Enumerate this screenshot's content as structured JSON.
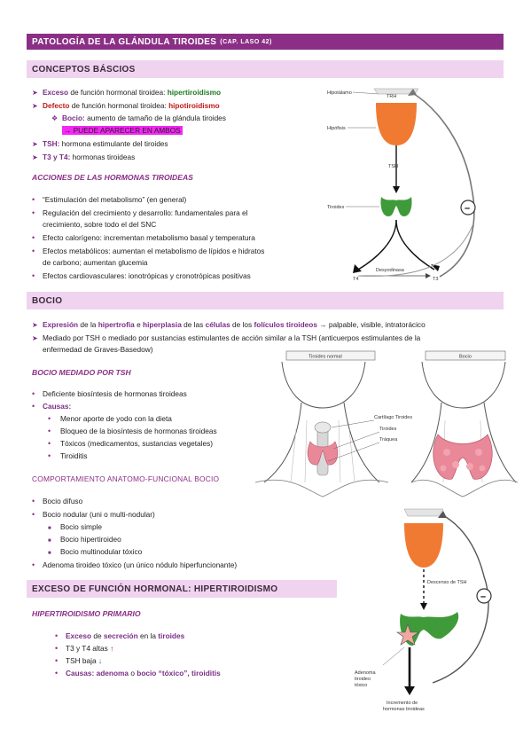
{
  "header": {
    "title": "PATOLOGÍA DE LA GLÁNDULA TIROIDES",
    "subtitle": "(CAP. LASO 42)"
  },
  "conceptos": {
    "heading": "CONCEPTOS BÁSCIOS",
    "l1_a": "Exceso",
    "l1_b": " de función hormonal tiroidea: ",
    "l1_c": "hipertiroidismo",
    "l2_a": "Defecto",
    "l2_b": " de función hormonal tiroidea: ",
    "l2_c": "hipotiroidismo",
    "l3_a": "Bocio:",
    "l3_b": " aumento de tamaño de la glándula tiroides",
    "l4": "→ PUEDE APARECER EN AMBOS",
    "l5_a": "TSH:",
    "l5_b": " hormona estimulante del tiroides",
    "l6_a": "T3 y T4:",
    "l6_b": " hormonas tiroideas"
  },
  "acciones": {
    "heading": "ACCIONES DE LAS HORMONAS TIROIDEAS",
    "items": [
      "“Estimulación del metabolismo” (en general)",
      "Regulación del crecimiento y desarrollo: fundamentales para el",
      "crecimiento, sobre todo el del SNC",
      "Efecto calorígeno: incrementan metabolismo basal y temperatura",
      "Efectos metabólicos: aumentan el metabolismo de lípidos e hidratos",
      "de carbono; aumentan glucemia",
      "Efectos cardiovasculares: ionotrópicas y cronotrópicas positivas"
    ]
  },
  "diagram1": {
    "hipotalamo": "Hipotálamo",
    "trh": "TRH",
    "hipofisis": "Hipófisis",
    "tsh": "TSH",
    "tiroides": "Tiroides",
    "desyodinasa": "Desyodinasa",
    "t4": "T4",
    "t3": "T3",
    "minus": "–"
  },
  "bocio": {
    "heading": "BOCIO",
    "b1_a": "Expresión",
    "b1_b": " de la ",
    "b1_c": "hipertrofia",
    "b1_d": " e ",
    "b1_e": "hiperplasia",
    "b1_f": " de las ",
    "b1_g": "células",
    "b1_h": " de los ",
    "b1_i": "folículos tiroideos",
    "b1_j": " → palpable, visible, intratorácico",
    "b2": "Mediado por TSH o mediado por sustancias estimulantes de acción similar a la TSH (anticuerpos estimulantes de la",
    "b3": "enfermedad de Graves-Basedow)"
  },
  "bocio_tsh": {
    "heading": "BOCIO MEDIADO POR TSH",
    "item1": "Deficiente biosíntesis de hormonas tiroideas",
    "causas": "Causas:",
    "sub": [
      "Menor aporte de yodo con la dieta",
      "Bloqueo de la biosíntesis de hormonas tiroideas",
      "Tóxicos (medicamentos, sustancias vegetales)",
      "Tiroiditis"
    ]
  },
  "comport": {
    "heading": "COMPORTAMIENTO ANATOMO-FUNCIONAL BOCIO",
    "i1": "Bocio difuso",
    "i2": "Bocio nodular (uni o multi-nodular)",
    "sub": [
      "Bocio simple",
      "Bocio hipertiroideo",
      "Bocio multinodular tóxico"
    ],
    "i3": "Adenoma tiroideo tóxico (un único nódulo hiperfuncionante)"
  },
  "neck": {
    "normal": "Tiroides normal",
    "bocio": "Bocio",
    "cartilago": "Cartílago Tiroides",
    "tiroides": "Tiroides",
    "traquea": "Tráquea"
  },
  "exceso": {
    "heading": "EXCESO DE FUNCIÓN HORMONAL: HIPERTIROIDISMO",
    "sub": "HIPERTIROIDISMO PRIMARIO",
    "e1_a": "Exceso",
    "e1_b": " de ",
    "e1_c": "secreción",
    "e1_d": " en la ",
    "e1_e": "tiroides",
    "e2": "T3 y T4 altas ",
    "e2_arrow": "↑",
    "e3": "TSH baja ",
    "e3_arrow": "↓",
    "e4_a": "Causas:",
    "e4_b": " adenoma",
    "e4_c": " o ",
    "e4_d": "bocio “tóxico”",
    "e4_e": ", tiroiditis"
  },
  "diagram2": {
    "descenso": "Descenso de TSH",
    "adenoma1": "Adenoma",
    "adenoma2": "tiroideo",
    "adenoma3": "tóxico",
    "incremento1": "Incremento de",
    "incremento2": "hormonas tiroideas",
    "minus": "–"
  },
  "colors": {
    "header": "#8b2f86",
    "section": "#f0d3ee",
    "accent": "#7a2e86",
    "red": "#c01818",
    "green": "#1e7a22",
    "highlight": "#f526f5",
    "pituitary": "#f07a32",
    "thyroid": "#3f9a3a"
  }
}
